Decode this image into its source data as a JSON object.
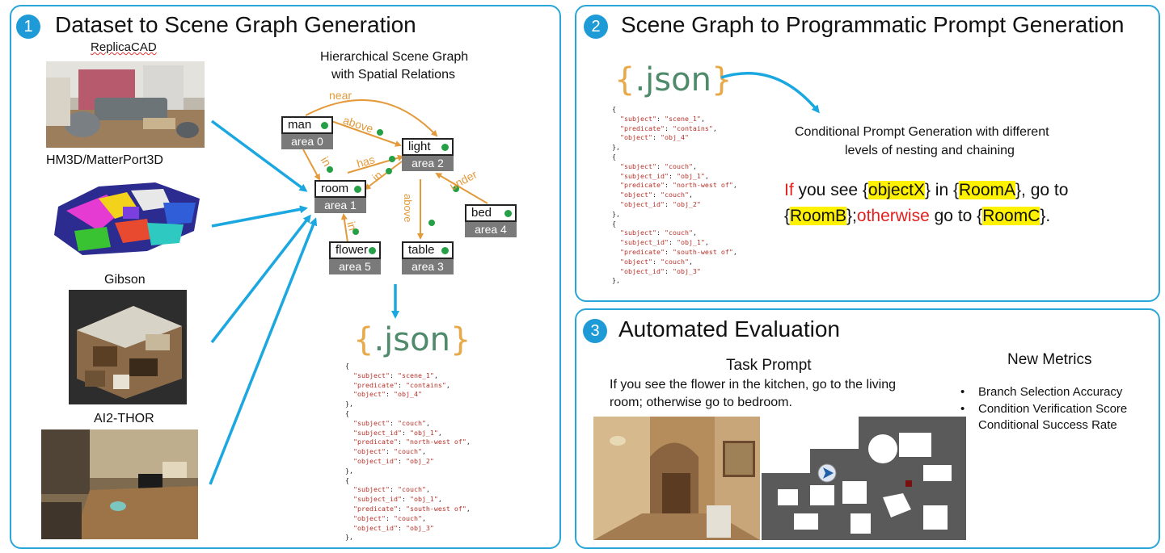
{
  "panel1": {
    "number": "1",
    "title": "Dataset to Scene Graph Generation",
    "sources": [
      {
        "label": "ReplicaCAD",
        "icon": "living-room-render"
      },
      {
        "label": "HM3D/MatterPort3D",
        "icon": "colored-3d-mesh"
      },
      {
        "label": "Gibson",
        "icon": "house-3d-cutaway"
      },
      {
        "label": "AI2-THOR",
        "icon": "kitchen-render"
      }
    ],
    "graph_title_line1": "Hierarchical Scene Graph",
    "graph_title_line2": "with Spatial Relations",
    "nodes": [
      {
        "name": "man",
        "area": "area 0"
      },
      {
        "name": "light",
        "area": "area 2"
      },
      {
        "name": "room",
        "area": "area 1"
      },
      {
        "name": "bed",
        "area": "area 4"
      },
      {
        "name": "flower",
        "area": "area 5"
      },
      {
        "name": "table",
        "area": "area 3"
      }
    ],
    "relations": {
      "near": "near",
      "above1": "above",
      "in1": "in",
      "has": "has",
      "in2": "in",
      "under": "under",
      "above2": "above",
      "in3": "in"
    },
    "json_title": {
      "open": "{",
      "text": ".json",
      "close": "}"
    },
    "code": [
      "{",
      "  \"subject\": \"scene_1\",",
      "  \"predicate\": \"contains\",",
      "  \"object\": \"obj_4\"",
      "},",
      "{",
      "  \"subject\": \"couch\",",
      "  \"subject_id\": \"obj_1\",",
      "  \"predicate\": \"north-west of\",",
      "  \"object\": \"couch\",",
      "  \"object_id\": \"obj_2\"",
      "},",
      "{",
      "  \"subject\": \"couch\",",
      "  \"subject_id\": \"obj_1\",",
      "  \"predicate\": \"south-west of\",",
      "  \"object\": \"couch\",",
      "  \"object_id\": \"obj_3\"",
      "},"
    ]
  },
  "panel2": {
    "number": "2",
    "title": "Scene Graph to Programmatic Prompt Generation",
    "json_title": {
      "open": "{",
      "text": ".json",
      "close": "}"
    },
    "desc_line1": "Conditional Prompt Generation with different",
    "desc_line2": "levels of nesting and chaining",
    "prompt": {
      "if": "If",
      "t1": " you see {",
      "objectX": "objectX",
      "t2": "} in {",
      "roomA": "RoomA",
      "t3": "}, go to",
      "t4": "{",
      "roomB": "RoomB",
      "t5": "};",
      "otherwise": "otherwise",
      "t6": " go to {",
      "roomC": "RoomC",
      "t7": "}."
    },
    "colors": {
      "highlight": "#fff200",
      "keyword": "#e0211f"
    }
  },
  "panel3": {
    "number": "3",
    "title": "Automated Evaluation",
    "task_heading": "Task Prompt",
    "task_line1": "If you see the flower in the kitchen, go to the living",
    "task_line2": "room; otherwise go to bedroom.",
    "metrics_heading": "New Metrics",
    "metrics": [
      "Branch Selection Accuracy",
      "Condition Verification Score",
      "Conditional Success Rate"
    ],
    "views": [
      "hallway-photo",
      "occupancy-map"
    ]
  },
  "colors": {
    "panel_border": "#2aa6d9",
    "arrow": "#1ba7e0",
    "relation": "#e39a3b",
    "json_brace": "#e8a94a",
    "json_text": "#4f8a6b"
  }
}
